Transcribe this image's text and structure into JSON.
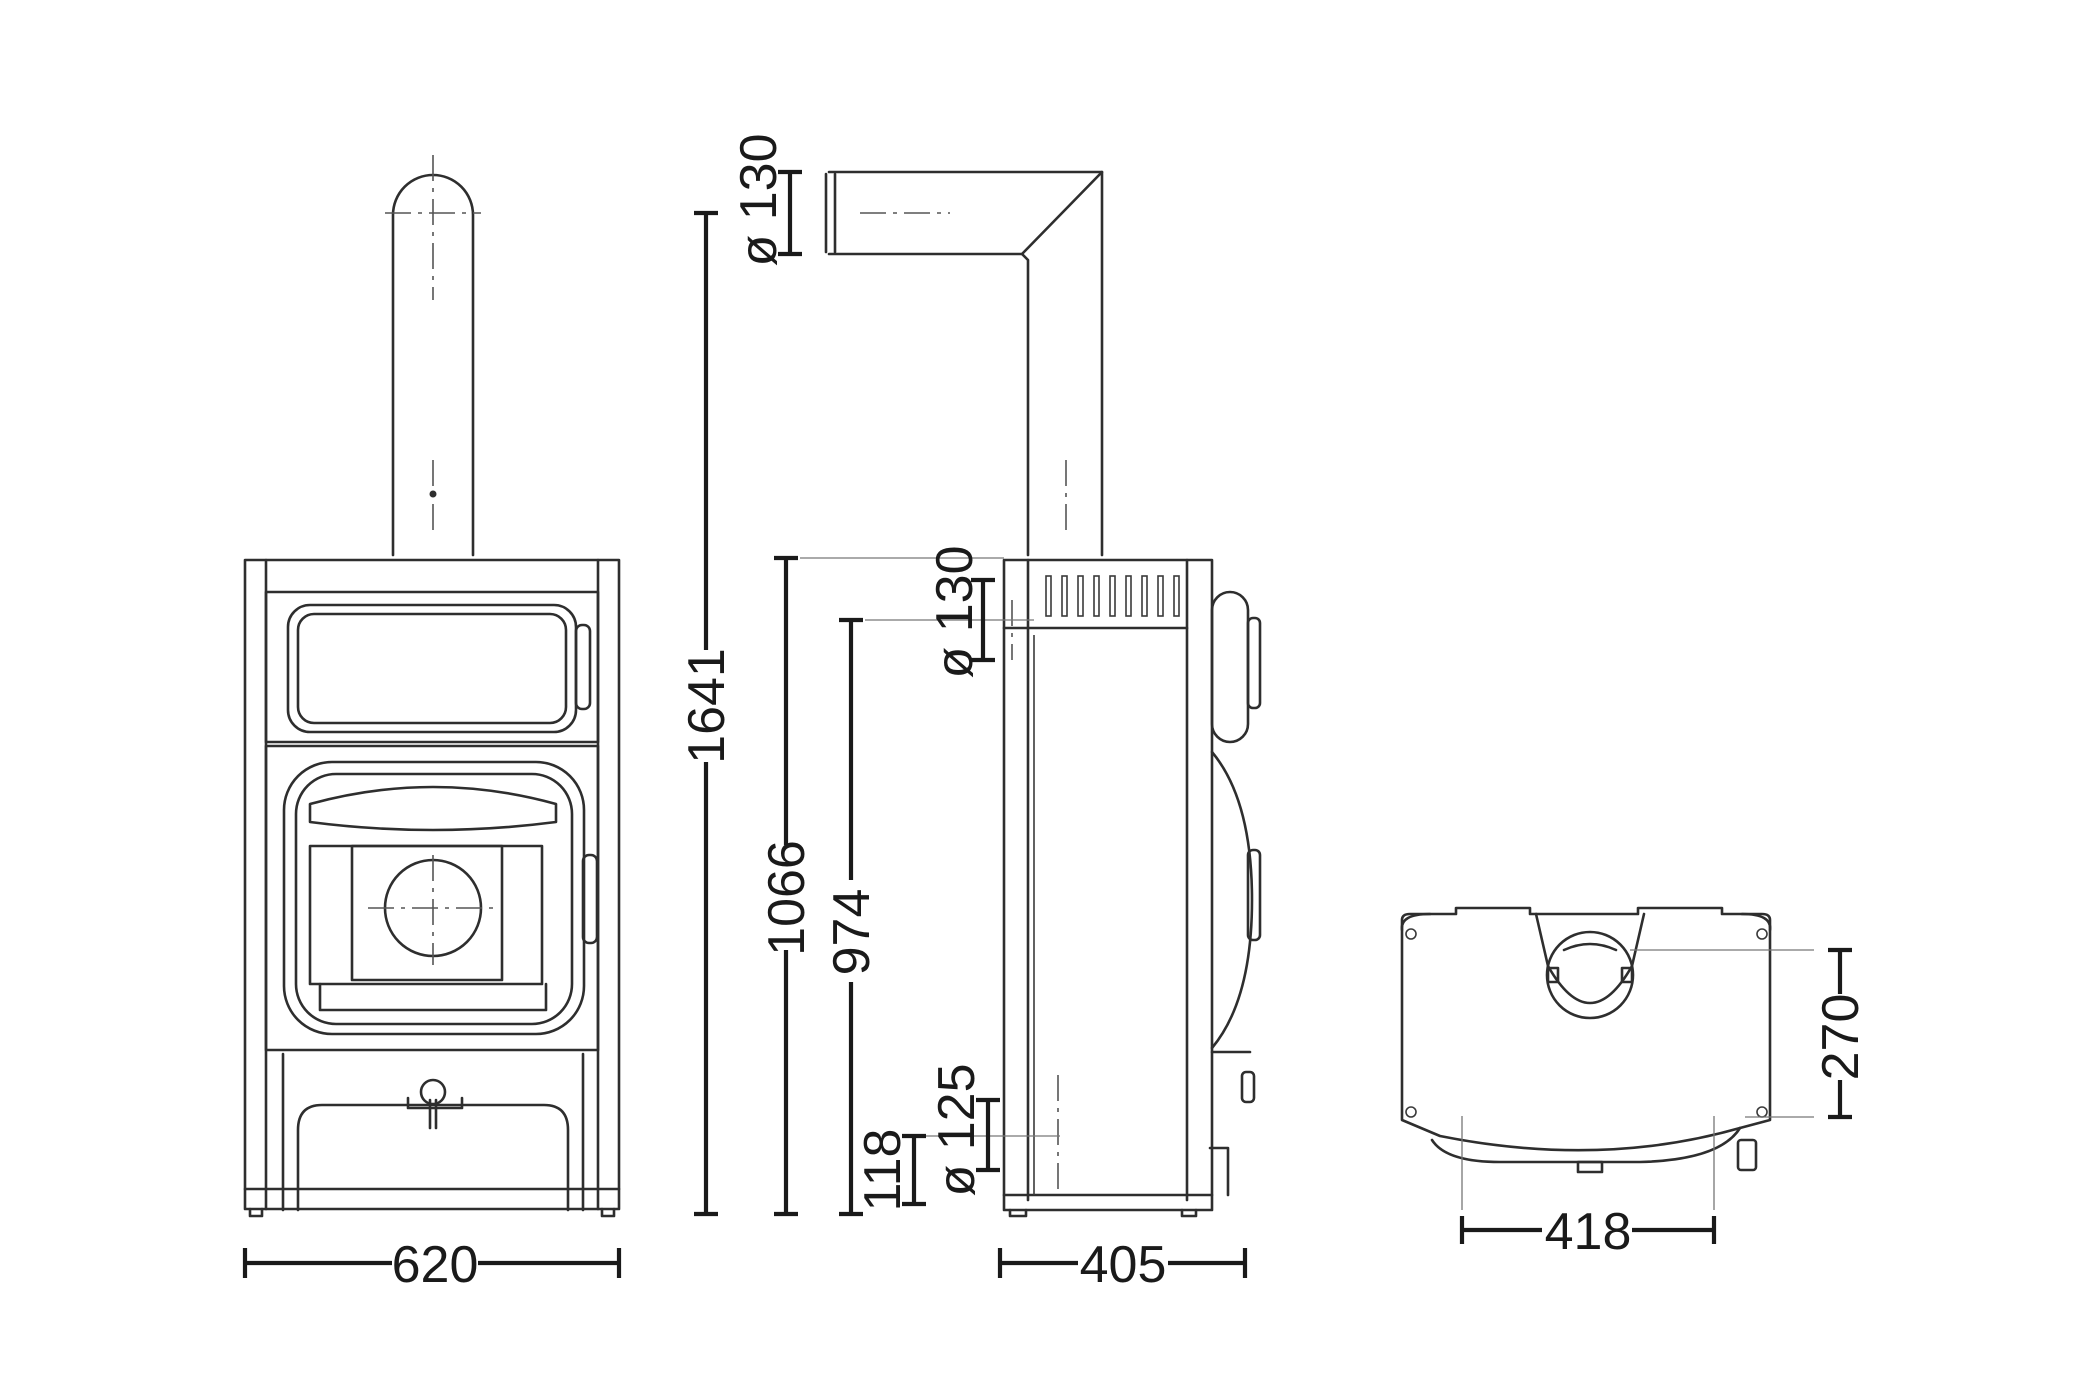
{
  "dimensions": {
    "front_width": "620",
    "side_depth": "405",
    "top_width": "418",
    "top_outlet_offset": "270",
    "total_height": "1641",
    "top_outlet_diameter": "ø 130",
    "body_height": "1066",
    "rear_outlet_height": "974",
    "rear_outlet_diameter": "ø 130",
    "air_inlet_height": "118",
    "air_inlet_diameter": "ø 125"
  },
  "colors": {
    "line": "#2e2e2e",
    "dimension": "#1a1a1a",
    "background": "#ffffff"
  }
}
